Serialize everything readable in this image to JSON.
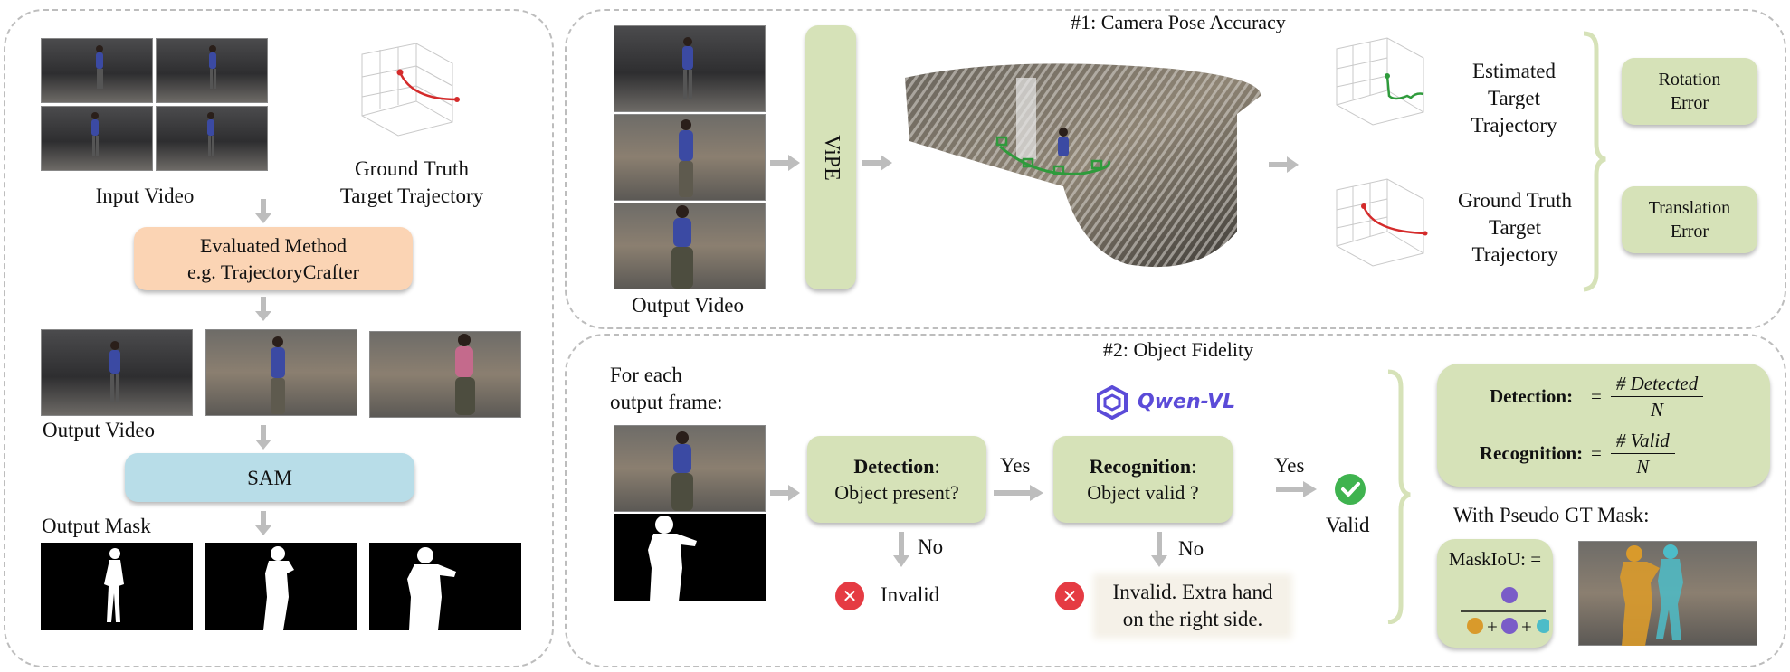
{
  "left": {
    "input_video_label": "Input Video",
    "gt_trajectory_label": [
      "Ground Truth",
      "Target Trajectory"
    ],
    "method_box": [
      "Evaluated Method",
      "e.g.  TrajectoryCrafter"
    ],
    "output_video_label": "Output Video",
    "sam_label": "SAM",
    "output_mask_label": "Output Mask"
  },
  "top": {
    "title": "#1: Camera Pose Accuracy",
    "output_video_label": "Output Video",
    "vipe_label": "ViPE",
    "estimated_label": [
      "Estimated",
      "Target",
      "Trajectory"
    ],
    "gt_label": [
      "Ground Truth",
      "Target",
      "Trajectory"
    ],
    "rotation_error": [
      "Rotation",
      "Error"
    ],
    "translation_error": [
      "Translation",
      "Error"
    ]
  },
  "bottom": {
    "title": "#2: Object Fidelity",
    "for_each": [
      "For each",
      "output frame:"
    ],
    "qwen_label": "Qwen-VL",
    "detection_title": "Detection",
    "detection_question": "Object present?",
    "recognition_title": "Recognition",
    "recognition_question": "Object valid ?",
    "yes_1": "Yes",
    "yes_2": "Yes",
    "no_1": "No",
    "no_2": "No",
    "invalid_1": "Invalid",
    "invalid_2": [
      "Invalid. Extra hand",
      "on the right side."
    ],
    "valid": "Valid",
    "detection_metric": "Detection:",
    "detection_num": "# Detected",
    "detection_den": "N",
    "recognition_metric": "Recognition:",
    "recognition_num": "# Valid",
    "recognition_den": "N",
    "equals": "=",
    "pseudo_gt": "With Pseudo GT Mask:",
    "maskiou": "MaskIoU: =",
    "plus": "+"
  },
  "colors": {
    "green_box": "#d6e2b8",
    "orange_box": "#fbd4b4",
    "blue_box": "#b8dde8",
    "trajectory_red": "#d42b2b",
    "trajectory_green": "#2f9b3c",
    "valid_green": "#3fb34f",
    "invalid_red": "#e53b43",
    "dot_orange": "#d99a2b",
    "dot_purple": "#7a5cc8",
    "dot_teal": "#4cbcc8"
  }
}
